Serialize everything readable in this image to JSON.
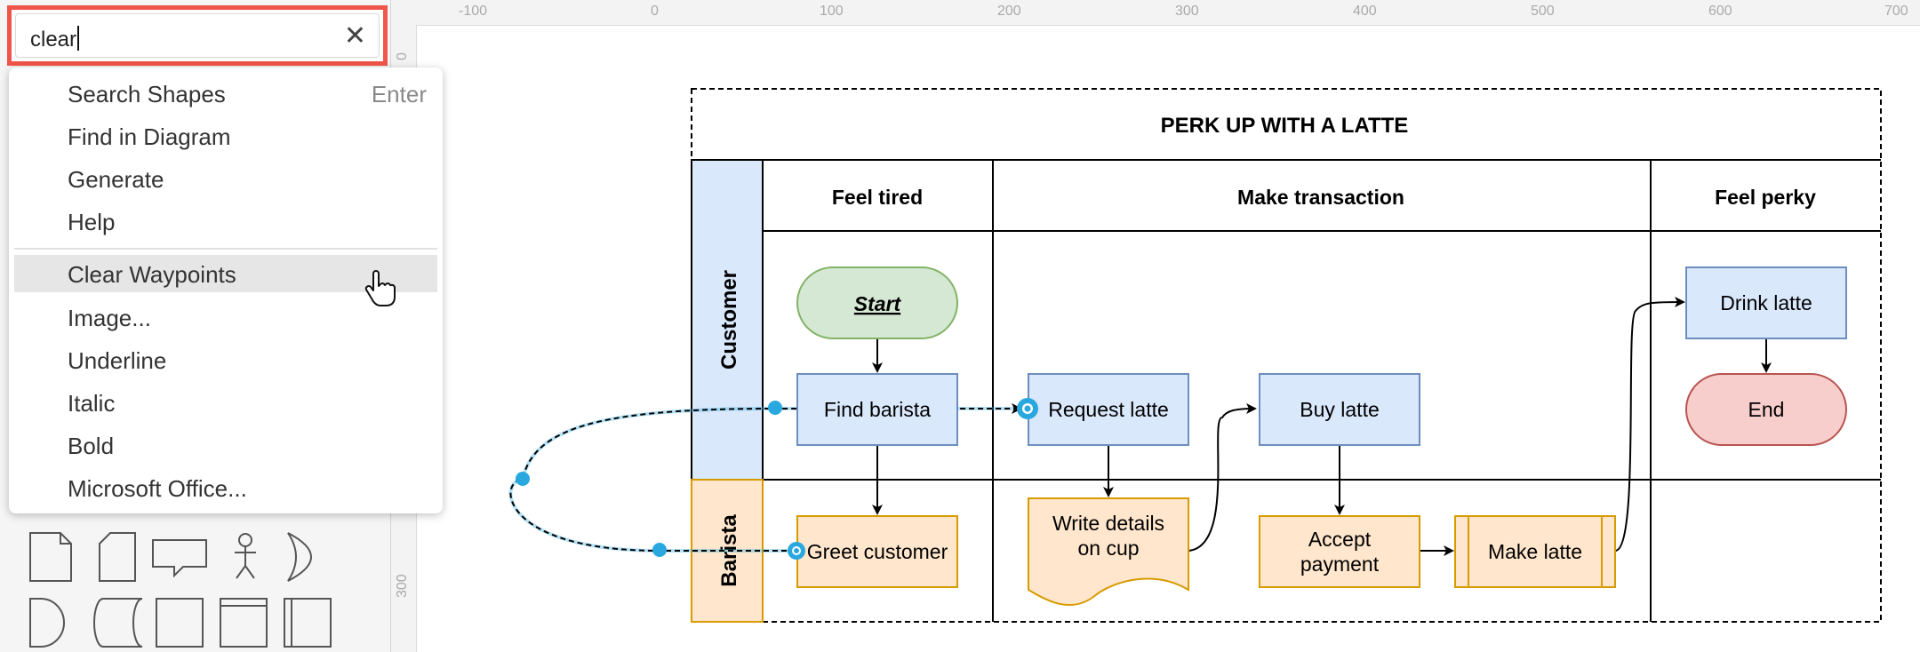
{
  "search": {
    "value": "clear",
    "clear_icon": "✕"
  },
  "menu": {
    "items": [
      {
        "label": "Search Shapes",
        "shortcut": "Enter"
      },
      {
        "label": "Find in Diagram"
      },
      {
        "label": "Generate"
      },
      {
        "label": "Help"
      },
      {
        "label": "Clear Waypoints"
      },
      {
        "label": "Image..."
      },
      {
        "label": "Underline"
      },
      {
        "label": "Italic"
      },
      {
        "label": "Bold"
      },
      {
        "label": "Microsoft Office..."
      }
    ]
  },
  "ruler": {
    "top_labels": [
      "-100",
      "0",
      "100",
      "200",
      "300",
      "400",
      "500",
      "600",
      "700"
    ],
    "left_labels": [
      "0",
      "300"
    ]
  },
  "diagram": {
    "title": "PERK UP WITH A LATTE",
    "phases": [
      "Feel tired",
      "Make transaction",
      "Feel perky"
    ],
    "lanes": [
      "Customer",
      "Barista"
    ],
    "nodes": {
      "start": "Start",
      "find_barista": "Find barista",
      "request_latte": "Request latte",
      "buy_latte": "Buy latte",
      "drink_latte": "Drink latte",
      "end": "End",
      "greet_customer": "Greet customer",
      "write_details_l1": "Write details",
      "write_details_l2": "on cup",
      "accept_payment_l1": "Accept",
      "accept_payment_l2": "payment",
      "make_latte": "Make latte"
    }
  },
  "colors": {
    "highlight_border": "#f0554a",
    "selection_handle": "#29a8e0",
    "customer_fill": "#dae8fc",
    "customer_stroke": "#6c8ebf",
    "barista_fill": "#ffe6cc",
    "barista_stroke": "#d79b00",
    "start_fill": "#d5e8d4",
    "start_stroke": "#82b366",
    "end_fill": "#f8cecc",
    "end_stroke": "#b85450"
  }
}
